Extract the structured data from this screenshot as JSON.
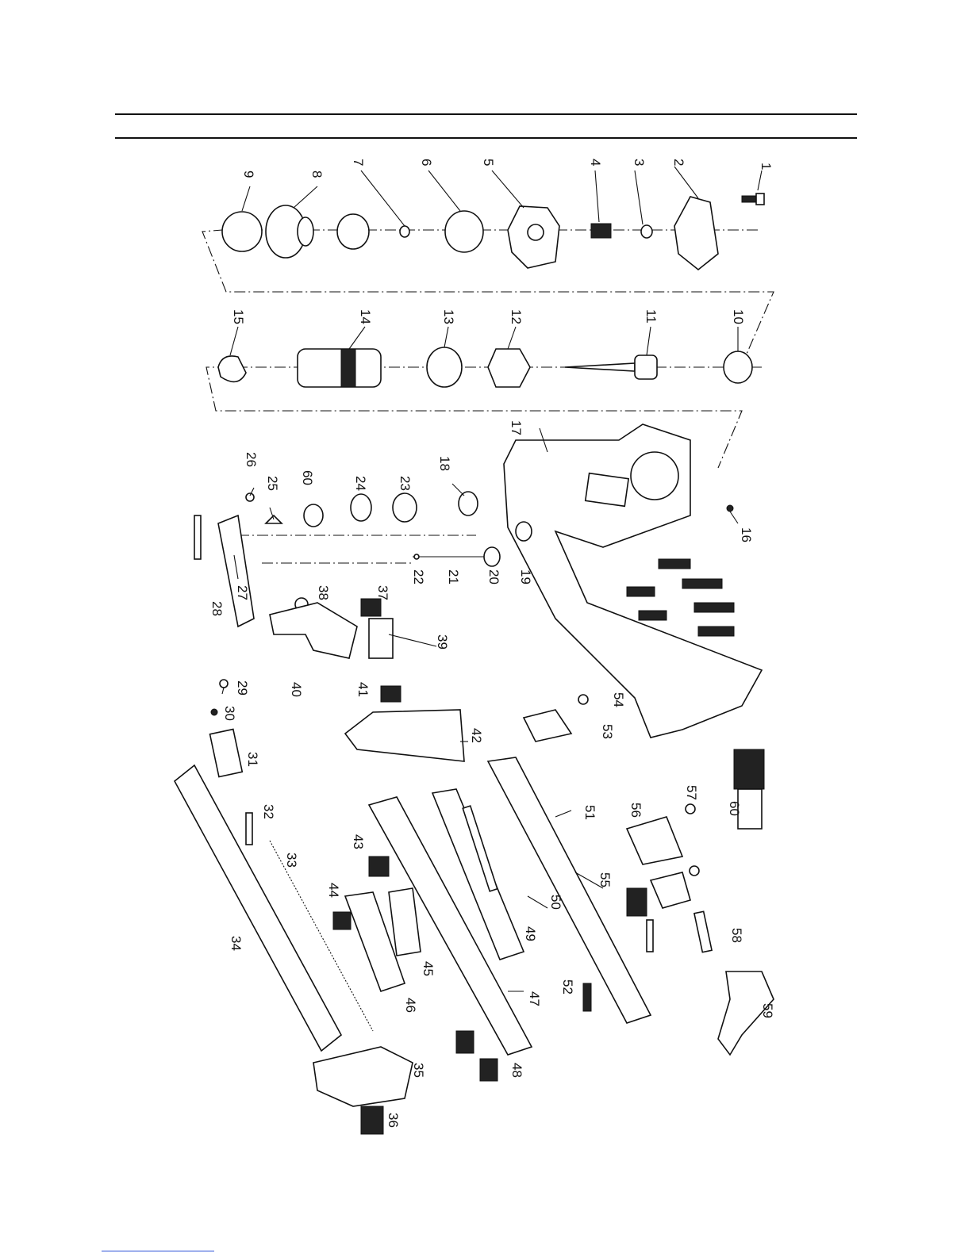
{
  "diagram": {
    "labels": [
      "1",
      "2",
      "3",
      "4",
      "5",
      "6",
      "7",
      "8",
      "9",
      "10",
      "11",
      "12",
      "13",
      "14",
      "15",
      "16",
      "17",
      "18",
      "19",
      "20",
      "21",
      "22",
      "23",
      "24",
      "25",
      "26",
      "27",
      "28",
      "29",
      "30",
      "31",
      "32",
      "33",
      "34",
      "35",
      "36",
      "37",
      "38",
      "39",
      "40",
      "41",
      "42",
      "43",
      "44",
      "45",
      "46",
      "47",
      "48",
      "49",
      "50",
      "51",
      "52",
      "53",
      "54",
      "55",
      "56",
      "57",
      "58",
      "59",
      "60"
    ]
  }
}
